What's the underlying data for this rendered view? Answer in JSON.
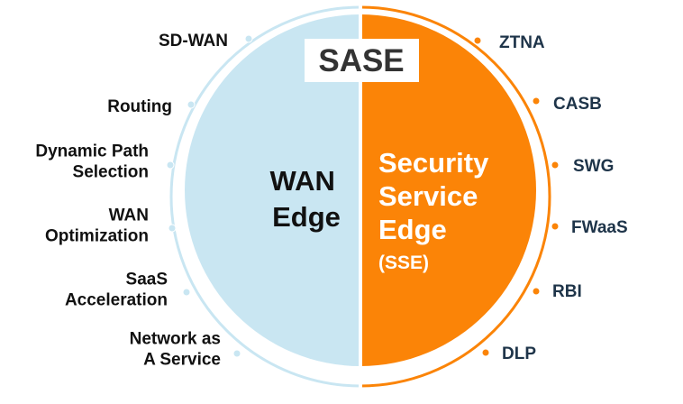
{
  "title": "SASE",
  "left": {
    "heading_lines": [
      "WAN",
      "Edge"
    ],
    "fill_color": "#c9e6f2",
    "ring_color": "#c9e6f2",
    "items": [
      [
        "SD-WAN"
      ],
      [
        "Routing"
      ],
      [
        "Dynamic Path",
        "Selection"
      ],
      [
        "WAN",
        "Optimization"
      ],
      [
        "SaaS",
        "Acceleration"
      ],
      [
        "Network as",
        "A Service"
      ]
    ]
  },
  "right": {
    "heading_lines": [
      "Security",
      "Service",
      "Edge"
    ],
    "heading_abbrev": "(SSE)",
    "fill_color": "#fb8407",
    "ring_color": "#fb8407",
    "items": [
      [
        "ZTNA"
      ],
      [
        "CASB"
      ],
      [
        "SWG"
      ],
      [
        "FWaaS"
      ],
      [
        "RBI"
      ],
      [
        "DLP"
      ]
    ]
  },
  "colors": {
    "left_text": "#111111",
    "right_text": "#1e3449",
    "sse_accent": "#1e3449"
  }
}
